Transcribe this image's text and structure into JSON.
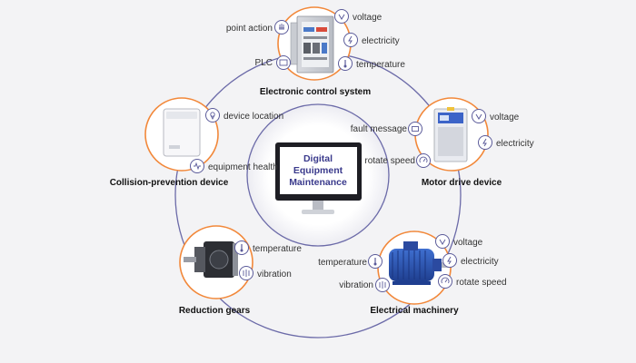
{
  "center": {
    "line1": "Digital",
    "line2": "Equipment",
    "line3": "Maintenance"
  },
  "devices": {
    "ecs": {
      "title": "Electronic control system",
      "left": [
        "point action",
        "PLC"
      ],
      "right": [
        "voltage",
        "electricity",
        "temperature"
      ]
    },
    "motor_drive": {
      "title": "Motor drive device",
      "left": [
        "fault message",
        "rotate speed"
      ],
      "right": [
        "voltage",
        "electricity"
      ]
    },
    "collision": {
      "title": "Collision-prevention device",
      "right": [
        "device location",
        "equipment health"
      ]
    },
    "gears": {
      "title": "Reduction gears",
      "right": [
        "temperature",
        "vibration"
      ]
    },
    "machinery": {
      "title": "Electrical machinery",
      "left": [
        "temperature",
        "vibration"
      ],
      "right": [
        "voltage",
        "electricity",
        "rotate speed"
      ]
    }
  },
  "colors": {
    "accent": "#f2883a",
    "ring": "#6b6aa8",
    "icon": "#5b5b9a",
    "screen": "#ffffff"
  },
  "icons": [
    "hand-icon",
    "plc-icon",
    "voltage-icon",
    "electricity-icon",
    "temperature-icon",
    "location-icon",
    "health-icon",
    "fault-message-icon",
    "speed-icon",
    "vibration-icon"
  ]
}
